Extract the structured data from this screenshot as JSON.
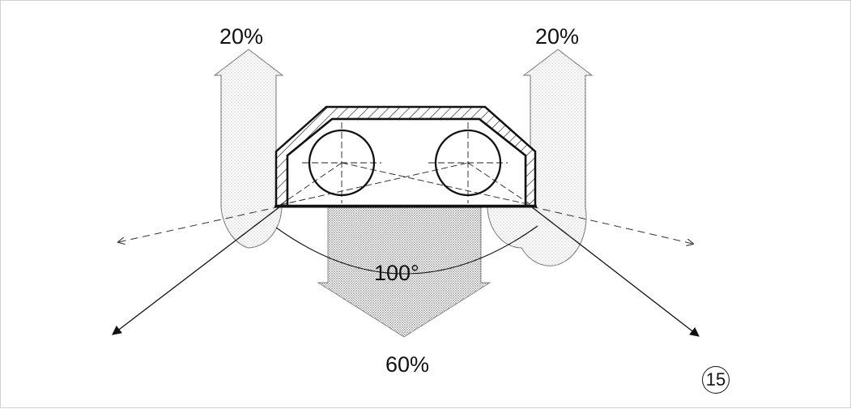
{
  "diagram": {
    "labels": {
      "left_upward_share": "20%",
      "right_upward_share": "20%",
      "downward_share": "60%",
      "beam_angle": "100°",
      "figure_number": "15"
    }
  }
}
